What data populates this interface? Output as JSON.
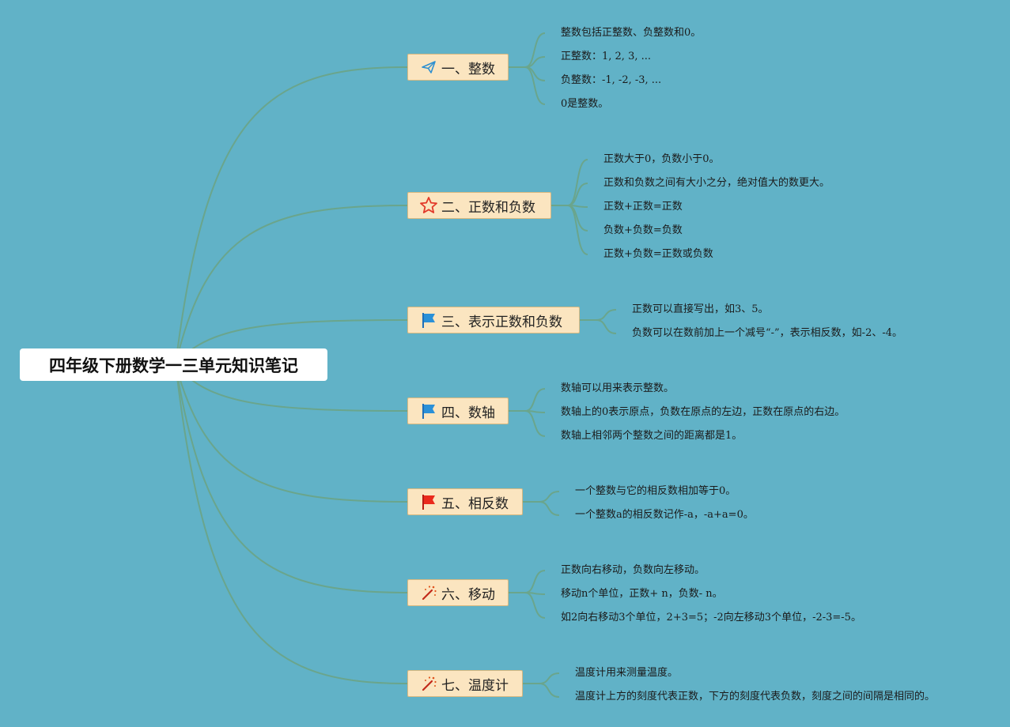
{
  "root": {
    "title": "四年级下册数学一三单元知识笔记"
  },
  "colors": {
    "background": "#61b2c7",
    "line": "#6aa58c",
    "topic_fill": "#fbe5c0",
    "topic_border": "#d9b980"
  },
  "branches": [
    {
      "label": "一、整数",
      "icon": "paper-plane-icon",
      "notes": [
        "整数包括正整数、负整数和0。",
        "正整数：1, 2, 3, ...",
        "负整数：-1, -2, -3, ...",
        "0是整数。"
      ]
    },
    {
      "label": "二、正数和负数",
      "icon": "star-icon",
      "notes": [
        "正数大于0，负数小于0。",
        "正数和负数之间有大小之分，绝对值大的数更大。",
        "正数+正数=正数",
        "负数+负数=负数",
        "正数+负数=正数或负数"
      ]
    },
    {
      "label": "三、表示正数和负数",
      "icon": "blue-flag-icon",
      "notes": [
        "正数可以直接写出，如3、5。",
        "负数可以在数前加上一个减号“-”，表示相反数，如-2、-4。"
      ]
    },
    {
      "label": "四、数轴",
      "icon": "blue-flag-icon",
      "notes": [
        "数轴可以用来表示整数。",
        "数轴上的0表示原点，负数在原点的左边，正数在原点的右边。",
        "数轴上相邻两个整数之间的距离都是1。"
      ]
    },
    {
      "label": "五、相反数",
      "icon": "red-flag-icon",
      "notes": [
        "一个整数与它的相反数相加等于0。",
        "一个整数a的相反数记作-a，-a+a=0。"
      ]
    },
    {
      "label": "六、移动",
      "icon": "magic-wand-icon",
      "notes": [
        "正数向右移动，负数向左移动。",
        "移动n个单位，正数+ n，负数- n。",
        "如2向右移动3个单位，2+3=5；-2向左移动3个单位，-2-3=-5。"
      ]
    },
    {
      "label": "七、温度计",
      "icon": "magic-wand-icon",
      "notes": [
        "温度计用来测量温度。",
        "温度计上方的刻度代表正数，下方的刻度代表负数，刻度之间的间隔是相同的。"
      ]
    }
  ]
}
